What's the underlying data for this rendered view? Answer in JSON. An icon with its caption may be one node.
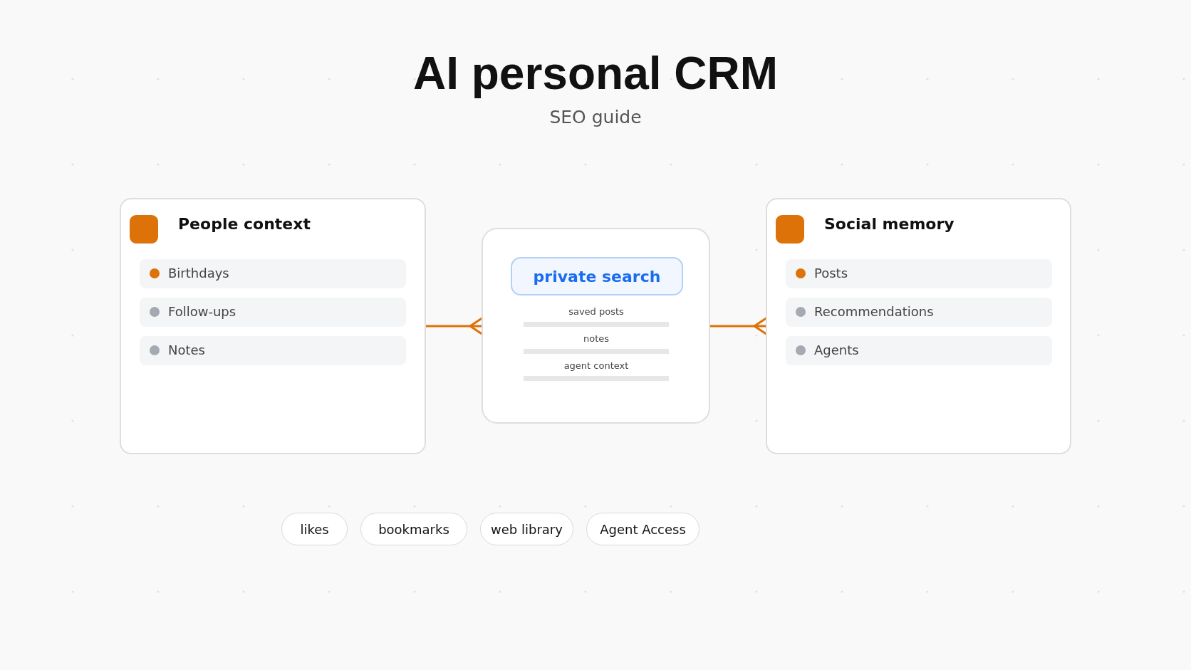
{
  "diagram": {
    "title": "AI personal CRM",
    "caption": "SEO guide",
    "nodes": [
      {
        "text": [
          "People context"
        ]
      },
      {
        "text": [
          "Birthdays"
        ],
        "in": 0
      },
      {
        "text": [
          "Follow-ups"
        ],
        "in": 0
      },
      {
        "text": [
          "Notes"
        ],
        "in": 0
      },
      {
        "text": [
          "saved posts",
          "notes",
          "agent context"
        ]
      },
      {
        "text": [
          "private search"
        ],
        "in": 4
      },
      {
        "text": [
          "Social memory"
        ]
      },
      {
        "text": [
          "Posts"
        ],
        "in": 6
      },
      {
        "text": [
          "Recommendations"
        ],
        "in": 6
      },
      {
        "text": [
          "Agents"
        ],
        "in": 6
      },
      {
        "text": [
          "likes"
        ]
      },
      {
        "text": [
          "bookmarks"
        ]
      },
      {
        "text": [
          "web library"
        ]
      },
      {
        "text": [
          "Agent Access"
        ]
      }
    ],
    "edges": [
      {
        "from": 0,
        "to": 4,
        "arrow": "other"
      },
      {
        "from": 4,
        "to": 6,
        "arrow": "other"
      }
    ]
  }
}
